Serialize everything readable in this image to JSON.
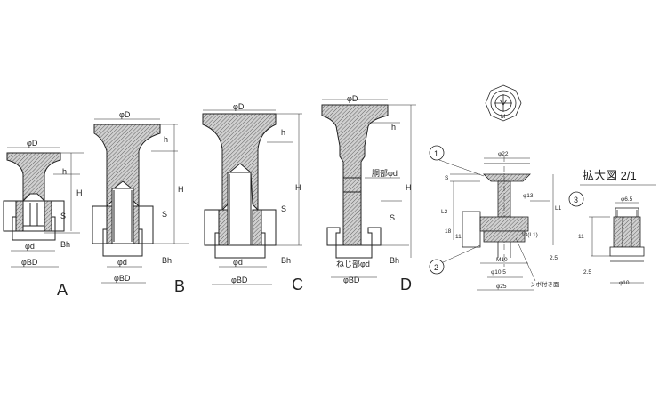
{
  "pin_a": {
    "letter": "A",
    "d_head": "φD",
    "h": "h",
    "H": "H",
    "S": "S",
    "d": "φd",
    "bh": "Bh",
    "bd": "φBD"
  },
  "pin_b": {
    "letter": "B",
    "d_head": "φD",
    "h": "h",
    "H": "H",
    "S": "S",
    "d": "φd",
    "bh": "Bh",
    "bd": "φBD"
  },
  "pin_c": {
    "letter": "C",
    "d_head": "φD",
    "h": "h",
    "H": "H",
    "S": "S",
    "d": "φd",
    "bh": "Bh",
    "bd": "φBD"
  },
  "pin_d": {
    "letter": "D",
    "d_head": "φD",
    "h": "h",
    "H": "H",
    "S": "S",
    "body_d": "胴部φd",
    "thread_d": "ねじ部φd",
    "bh": "Bh",
    "bd": "φBD"
  },
  "detail": {
    "callout_1": "1",
    "callout_2": "2",
    "callout_3": "3",
    "d22": "φ22",
    "s": "S",
    "d13": "φ13",
    "l2": "L2",
    "l1": "L1",
    "d18": "18",
    "d11": "11",
    "d13l1": "13(L1)",
    "d25v": "2.5",
    "m10": "M10",
    "d105": "φ10.5",
    "d25": "φ25",
    "note": "シボ付き面"
  },
  "enlarged": {
    "title": "拡大図  2/1",
    "d65": "φ6.5",
    "d11": "11",
    "d25": "2.5",
    "d10": "φ10"
  },
  "colors": {
    "line": "#222222",
    "hatch": "#555555",
    "fill": "#cfcfcf"
  }
}
